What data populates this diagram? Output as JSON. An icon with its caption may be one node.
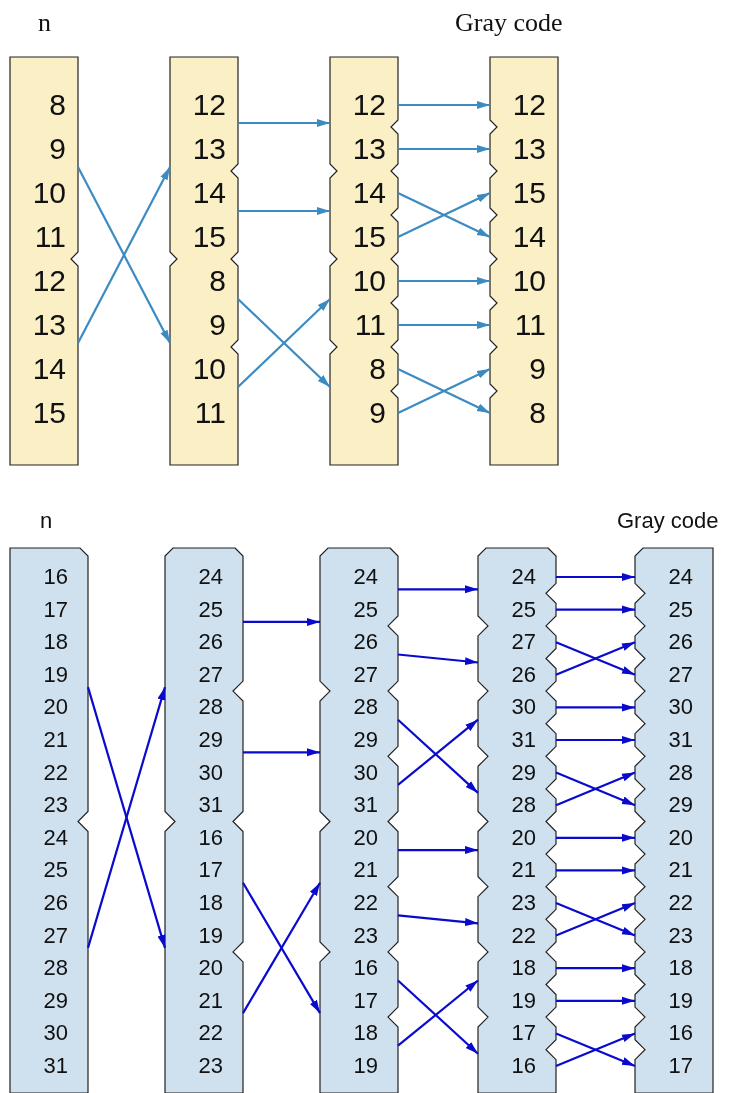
{
  "diagram": {
    "nodes": [
      {
        "text": [],
        "shape": "box"
      },
      {
        "text": [
          "8"
        ],
        "in": 0
      },
      {
        "text": [
          "9"
        ],
        "in": 0
      },
      {
        "text": [
          "10"
        ],
        "in": 0
      },
      {
        "text": [
          "11"
        ],
        "in": 0
      },
      {
        "text": [
          "12"
        ],
        "in": 0
      },
      {
        "text": [
          "13"
        ],
        "in": 0
      },
      {
        "text": [
          "14"
        ],
        "in": 0
      },
      {
        "text": [
          "15"
        ],
        "in": 0
      },
      {
        "text": [],
        "shape": "box"
      },
      {
        "text": [
          "12"
        ],
        "in": 9
      },
      {
        "text": [
          "13"
        ],
        "in": 9
      },
      {
        "text": [
          "14"
        ],
        "in": 9
      },
      {
        "text": [
          "15"
        ],
        "in": 9
      },
      {
        "text": [
          "8"
        ],
        "in": 9
      },
      {
        "text": [
          "9"
        ],
        "in": 9
      },
      {
        "text": [
          "10"
        ],
        "in": 9
      },
      {
        "text": [
          "11"
        ],
        "in": 9
      },
      {
        "text": [],
        "shape": "box"
      },
      {
        "text": [
          "12"
        ],
        "in": 18
      },
      {
        "text": [
          "13"
        ],
        "in": 18
      },
      {
        "text": [
          "14"
        ],
        "in": 18
      },
      {
        "text": [
          "15"
        ],
        "in": 18
      },
      {
        "text": [
          "10"
        ],
        "in": 18
      },
      {
        "text": [
          "11"
        ],
        "in": 18
      },
      {
        "text": [
          "8"
        ],
        "in": 18
      },
      {
        "text": [
          "9"
        ],
        "in": 18
      },
      {
        "text": [],
        "shape": "box"
      },
      {
        "text": [
          "12"
        ],
        "in": 27
      },
      {
        "text": [
          "13"
        ],
        "in": 27
      },
      {
        "text": [
          "15"
        ],
        "in": 27
      },
      {
        "text": [
          "14"
        ],
        "in": 27
      },
      {
        "text": [
          "10"
        ],
        "in": 27
      },
      {
        "text": [
          "11"
        ],
        "in": 27
      },
      {
        "text": [
          "9"
        ],
        "in": 27
      },
      {
        "text": [
          "8"
        ],
        "in": 27
      },
      {
        "text": [],
        "shape": "box"
      },
      {
        "text": [
          "16"
        ],
        "in": 36
      },
      {
        "text": [
          "17"
        ],
        "in": 36
      },
      {
        "text": [
          "18"
        ],
        "in": 36
      },
      {
        "text": [
          "19"
        ],
        "in": 36
      },
      {
        "text": [
          "20"
        ],
        "in": 36
      },
      {
        "text": [
          "21"
        ],
        "in": 36
      },
      {
        "text": [
          "22"
        ],
        "in": 36
      },
      {
        "text": [
          "23"
        ],
        "in": 36
      },
      {
        "text": [
          "24"
        ],
        "in": 36
      },
      {
        "text": [
          "25"
        ],
        "in": 36
      },
      {
        "text": [
          "26"
        ],
        "in": 36
      },
      {
        "text": [
          "27"
        ],
        "in": 36
      },
      {
        "text": [
          "28"
        ],
        "in": 36
      },
      {
        "text": [
          "29"
        ],
        "in": 36
      },
      {
        "text": [
          "30"
        ],
        "in": 36
      },
      {
        "text": [
          "31"
        ],
        "in": 36
      },
      {
        "text": [],
        "shape": "box"
      },
      {
        "text": [
          "24"
        ],
        "in": 53
      },
      {
        "text": [
          "25"
        ],
        "in": 53
      },
      {
        "text": [
          "26"
        ],
        "in": 53
      },
      {
        "text": [
          "27"
        ],
        "in": 53
      },
      {
        "text": [
          "28"
        ],
        "in": 53
      },
      {
        "text": [
          "29"
        ],
        "in": 53
      },
      {
        "text": [
          "30"
        ],
        "in": 53
      },
      {
        "text": [
          "31"
        ],
        "in": 53
      },
      {
        "text": [
          "16"
        ],
        "in": 53
      },
      {
        "text": [
          "17"
        ],
        "in": 53
      },
      {
        "text": [
          "18"
        ],
        "in": 53
      },
      {
        "text": [
          "19"
        ],
        "in": 53
      },
      {
        "text": [
          "20"
        ],
        "in": 53
      },
      {
        "text": [
          "21"
        ],
        "in": 53
      },
      {
        "text": [
          "22"
        ],
        "in": 53
      },
      {
        "text": [
          "23"
        ],
        "in": 53
      },
      {
        "text": [],
        "shape": "box"
      },
      {
        "text": [
          "24"
        ],
        "in": 70
      },
      {
        "text": [
          "25"
        ],
        "in": 70
      },
      {
        "text": [
          "26"
        ],
        "in": 70
      },
      {
        "text": [
          "27"
        ],
        "in": 70
      },
      {
        "text": [
          "28"
        ],
        "in": 70
      },
      {
        "text": [
          "29"
        ],
        "in": 70
      },
      {
        "text": [
          "30"
        ],
        "in": 70
      },
      {
        "text": [
          "31"
        ],
        "in": 70
      },
      {
        "text": [
          "20"
        ],
        "in": 70
      },
      {
        "text": [
          "21"
        ],
        "in": 70
      },
      {
        "text": [
          "22"
        ],
        "in": 70
      },
      {
        "text": [
          "23"
        ],
        "in": 70
      },
      {
        "text": [
          "16"
        ],
        "in": 70
      },
      {
        "text": [
          "17"
        ],
        "in": 70
      },
      {
        "text": [
          "18"
        ],
        "in": 70
      },
      {
        "text": [
          "19"
        ],
        "in": 70
      },
      {
        "text": [],
        "shape": "box"
      },
      {
        "text": [
          "24"
        ],
        "in": 87
      },
      {
        "text": [
          "25"
        ],
        "in": 87
      },
      {
        "text": [
          "27"
        ],
        "in": 87
      },
      {
        "text": [
          "26"
        ],
        "in": 87
      },
      {
        "text": [
          "30"
        ],
        "in": 87
      },
      {
        "text": [
          "31"
        ],
        "in": 87
      },
      {
        "text": [
          "29"
        ],
        "in": 87
      },
      {
        "text": [
          "28"
        ],
        "in": 87
      },
      {
        "text": [
          "20"
        ],
        "in": 87
      },
      {
        "text": [
          "21"
        ],
        "in": 87
      },
      {
        "text": [
          "23"
        ],
        "in": 87
      },
      {
        "text": [
          "22"
        ],
        "in": 87
      },
      {
        "text": [
          "18"
        ],
        "in": 87
      },
      {
        "text": [
          "19"
        ],
        "in": 87
      },
      {
        "text": [
          "17"
        ],
        "in": 87
      },
      {
        "text": [
          "16"
        ],
        "in": 87
      },
      {
        "text": [],
        "shape": "box"
      },
      {
        "text": [
          "24"
        ],
        "in": 104
      },
      {
        "text": [
          "25"
        ],
        "in": 104
      },
      {
        "text": [
          "26"
        ],
        "in": 104
      },
      {
        "text": [
          "27"
        ],
        "in": 104
      },
      {
        "text": [
          "30"
        ],
        "in": 104
      },
      {
        "text": [
          "31"
        ],
        "in": 104
      },
      {
        "text": [
          "28"
        ],
        "in": 104
      },
      {
        "text": [
          "29"
        ],
        "in": 104
      },
      {
        "text": [
          "20"
        ],
        "in": 104
      },
      {
        "text": [
          "21"
        ],
        "in": 104
      },
      {
        "text": [
          "22"
        ],
        "in": 104
      },
      {
        "text": [
          "23"
        ],
        "in": 104
      },
      {
        "text": [
          "18"
        ],
        "in": 104
      },
      {
        "text": [
          "19"
        ],
        "in": 104
      },
      {
        "text": [
          "16"
        ],
        "in": 104
      },
      {
        "text": [
          "17"
        ],
        "in": 104
      }
    ],
    "edges": [
      {
        "from": 2,
        "to": 15,
        "arrow": "to",
        "color": "#3b8bc2"
      },
      {
        "from": 6,
        "to": 11,
        "arrow": "to",
        "color": "#3b8bc2"
      },
      {
        "from": 10,
        "to": 19,
        "arrow": "to",
        "color": "#3b8bc2"
      },
      {
        "from": 12,
        "to": 21,
        "arrow": "to",
        "color": "#3b8bc2"
      },
      {
        "from": 14,
        "to": 25,
        "arrow": "to",
        "color": "#3b8bc2"
      },
      {
        "from": 16,
        "to": 23,
        "arrow": "to",
        "color": "#3b8bc2"
      },
      {
        "from": 19,
        "to": 28,
        "arrow": "to",
        "color": "#3b8bc2"
      },
      {
        "from": 20,
        "to": 29,
        "arrow": "to",
        "color": "#3b8bc2"
      },
      {
        "from": 21,
        "to": 31,
        "arrow": "to",
        "color": "#3b8bc2"
      },
      {
        "from": 22,
        "to": 30,
        "arrow": "to",
        "color": "#3b8bc2"
      },
      {
        "from": 23,
        "to": 32,
        "arrow": "to",
        "color": "#3b8bc2"
      },
      {
        "from": 24,
        "to": 33,
        "arrow": "to",
        "color": "#3b8bc2"
      },
      {
        "from": 25,
        "to": 35,
        "arrow": "to",
        "color": "#3b8bc2"
      },
      {
        "from": 26,
        "to": 34,
        "arrow": "to",
        "color": "#3b8bc2"
      },
      {
        "from": 40,
        "to": 65,
        "arrow": "to"
      },
      {
        "from": 48,
        "to": 57,
        "arrow": "to"
      },
      {
        "from": 55,
        "to": 72,
        "arrow": "to"
      },
      {
        "from": 59,
        "to": 76,
        "arrow": "to"
      },
      {
        "from": 63,
        "to": 84,
        "arrow": "to"
      },
      {
        "from": 67,
        "to": 80,
        "arrow": "to"
      },
      {
        "from": 71,
        "to": 88,
        "arrow": "to"
      },
      {
        "from": 73,
        "to": 91,
        "arrow": "to"
      },
      {
        "from": 75,
        "to": 95,
        "arrow": "to"
      },
      {
        "from": 77,
        "to": 92,
        "arrow": "to"
      },
      {
        "from": 79,
        "to": 96,
        "arrow": "to"
      },
      {
        "from": 81,
        "to": 99,
        "arrow": "to"
      },
      {
        "from": 83,
        "to": 103,
        "arrow": "to"
      },
      {
        "from": 85,
        "to": 100,
        "arrow": "to"
      },
      {
        "from": 88,
        "to": 105,
        "arrow": "to"
      },
      {
        "from": 89,
        "to": 106,
        "arrow": "to"
      },
      {
        "from": 90,
        "to": 108,
        "arrow": "to"
      },
      {
        "from": 91,
        "to": 107,
        "arrow": "to"
      },
      {
        "from": 92,
        "to": 109,
        "arrow": "to"
      },
      {
        "from": 93,
        "to": 110,
        "arrow": "to"
      },
      {
        "from": 94,
        "to": 112,
        "arrow": "to"
      },
      {
        "from": 95,
        "to": 111,
        "arrow": "to"
      },
      {
        "from": 96,
        "to": 113,
        "arrow": "to"
      },
      {
        "from": 97,
        "to": 114,
        "arrow": "to"
      },
      {
        "from": 98,
        "to": 116,
        "arrow": "to"
      },
      {
        "from": 99,
        "to": 115,
        "arrow": "to"
      },
      {
        "from": 100,
        "to": 117,
        "arrow": "to"
      },
      {
        "from": 101,
        "to": 118,
        "arrow": "to"
      },
      {
        "from": 102,
        "to": 120,
        "arrow": "to"
      },
      {
        "from": 103,
        "to": 119,
        "arrow": "to"
      }
    ],
    "labels": [
      "n",
      "Gray code",
      "n",
      "Gray code"
    ]
  }
}
